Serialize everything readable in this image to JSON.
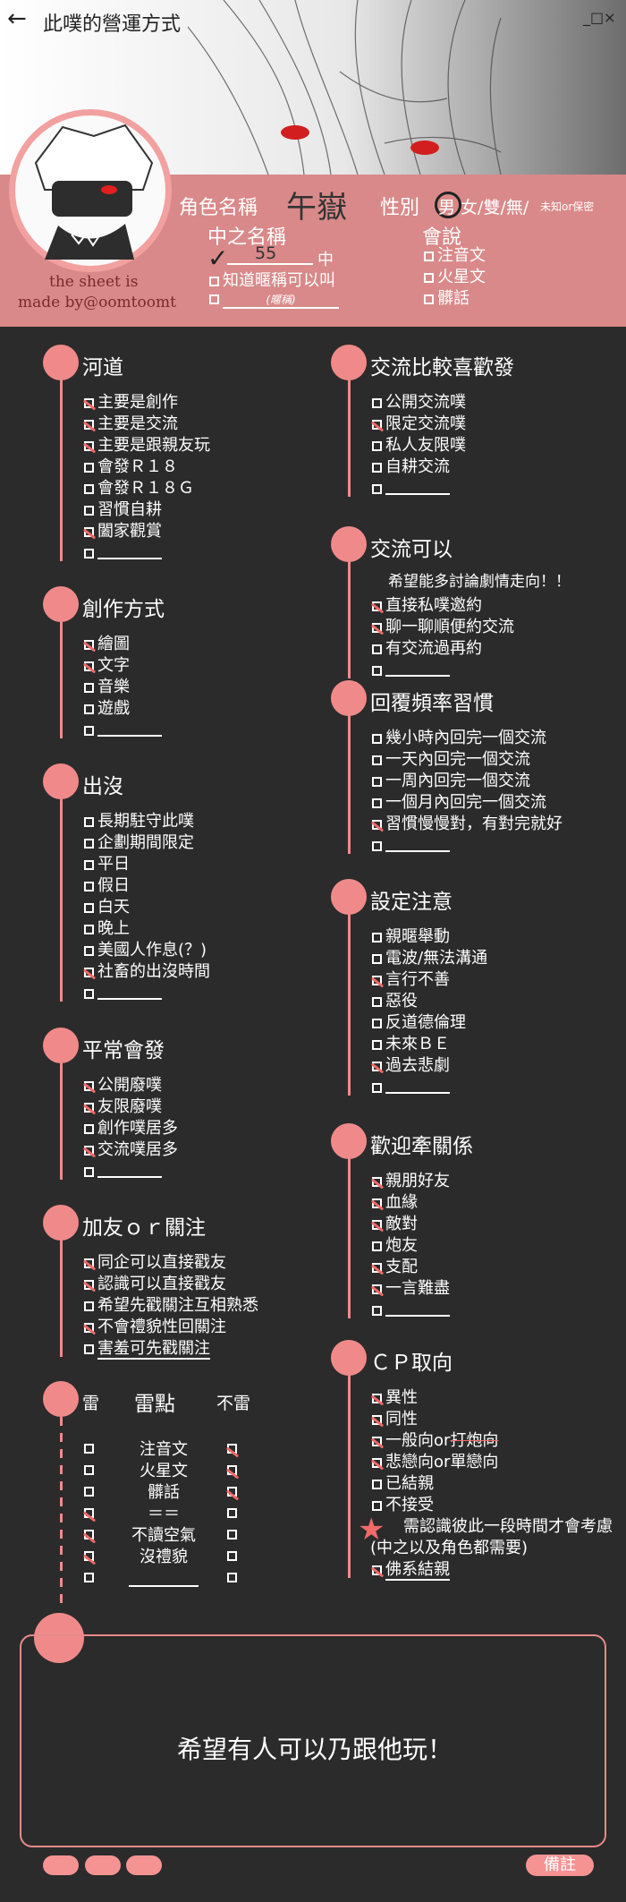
{
  "header": {
    "back_label": "←",
    "title": "此噗的營運方式",
    "window_controls": "_□×"
  },
  "profile": {
    "avatar_credit_line1": "the sheet is",
    "avatar_credit_line2": "made by@oomtoomt",
    "name_label": "角色名稱",
    "name_value": "午嶽",
    "gender_label": "性別",
    "gender_options": "男 女/雙/無/",
    "gender_extra": "未知or保密",
    "nick_label": "中之名稱",
    "nick_value": "55",
    "nick_suffix": "中",
    "nick_opt2": "知道暱稱可以叫",
    "nick_opt3_hint": "(暱稱)",
    "speak_label": "會說",
    "speak_opts": [
      "注音文",
      "火星文",
      "髒話"
    ]
  },
  "left": {
    "sections": [
      {
        "title": "河道",
        "items": [
          "主要是創作",
          "主要是交流",
          "主要是跟親友玩",
          "會發Ｒ１８",
          "會發Ｒ１８Ｇ",
          "習慣自耕",
          "闔家觀賞",
          ""
        ]
      },
      {
        "title": "創作方式",
        "items": [
          "繪圖",
          "文字",
          "音樂",
          "遊戲",
          ""
        ]
      },
      {
        "title": "出沒",
        "items": [
          "長期駐守此噗",
          "企劃期間限定",
          "平日",
          "假日",
          "白天",
          "晚上",
          "美國人作息(？)",
          "社畜的出沒時間",
          ""
        ]
      },
      {
        "title": "平常會發",
        "items": [
          "公開廢噗",
          "友限廢噗",
          "創作噗居多",
          "交流噗居多",
          ""
        ]
      },
      {
        "title": "加友ｏｒ關注",
        "items": [
          "同企可以直接戳友",
          "認識可以直接戳友",
          "希望先戳關注互相熟悉",
          "不會禮貌性回關注",
          "害羞可先戳關注"
        ]
      }
    ],
    "lei": {
      "title": "雷點",
      "col_left": "雷",
      "col_right": "不雷",
      "rows": [
        "注音文",
        "火星文",
        "髒話",
        "＝＝",
        "不讀空氣",
        "沒禮貌",
        ""
      ]
    }
  },
  "right": {
    "sections": [
      {
        "title": "交流比較喜歡發",
        "items": [
          "公開交流噗",
          "限定交流噗",
          "私人友限噗",
          "自耕交流",
          ""
        ]
      },
      {
        "title": "交流可以",
        "note": "希望能多討論劇情走向！！",
        "items": [
          "直接私噗邀約",
          "聊一聊順便約交流",
          "有交流過再約",
          ""
        ]
      },
      {
        "title": "回覆頻率習慣",
        "items": [
          "幾小時內回完一個交流",
          "一天內回完一個交流",
          "一周內回完一個交流",
          "一個月內回完一個交流",
          "習慣慢慢對，有對完就好",
          ""
        ]
      },
      {
        "title": "設定注意",
        "items": [
          "親暱舉動",
          "電波/無法溝通",
          "言行不善",
          "惡役",
          "反道德倫理",
          "未來ＢＥ",
          "過去悲劇",
          ""
        ]
      },
      {
        "title": "歡迎牽關係",
        "items": [
          "親朋好友",
          "血緣",
          "敵對",
          "炮友",
          "支配",
          "一言難盡",
          ""
        ]
      },
      {
        "title": "ＣＰ取向",
        "items": [
          "異性",
          "同性",
          "一般向or",
          "悲戀向or單戀向",
          "已結親",
          "不接受",
          "需認識彼此一段時間才會考慮",
          "(中之以及角色都需要)",
          "佛系結親"
        ],
        "strike": "打炮向"
      }
    ]
  },
  "notes": {
    "text": "希望有人可以乃跟他玩！",
    "memo_button": "備註"
  },
  "colors": {
    "accent": "#f08a8a",
    "band": "#d98989",
    "bg": "#2b2b2b"
  }
}
